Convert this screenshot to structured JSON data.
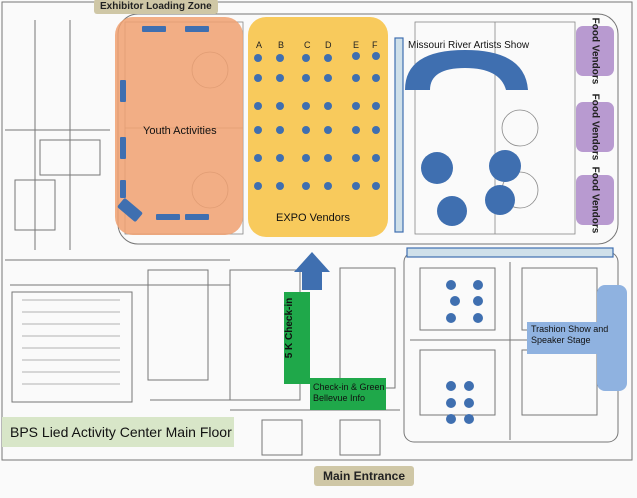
{
  "title": "BPS Lied Activity Center Main Floor",
  "labels": {
    "exhibitor_loading_zone": "Exhibitor Loading Zone",
    "youth_activities": "Youth Activities",
    "expo_vendors": "EXPO Vendors",
    "missouri_river_artists_show": "Missouri River Artists Show",
    "food_vendors": [
      "Food Vendors",
      "Food Vendors",
      "Food Vendors"
    ],
    "trashion_show": "Trashion Show and Speaker Stage",
    "five_k_checkin": "5 K Check-in",
    "checkin_green_bellevue": "Check-in & Green Bellevue Info",
    "main_entrance": "Main Entrance"
  },
  "expo_columns": [
    "A",
    "B",
    "C",
    "D",
    "E",
    "F"
  ],
  "colors": {
    "youth_area": "#f0a070",
    "expo_area": "#f7c44a",
    "booth": "#3f6fb0",
    "food_vendor": "#b89ad0",
    "stage": "#8fb2e0",
    "checkin": "#1fa84a",
    "tag": "#cfc7a6",
    "title_bg": "#d8e6c8"
  }
}
